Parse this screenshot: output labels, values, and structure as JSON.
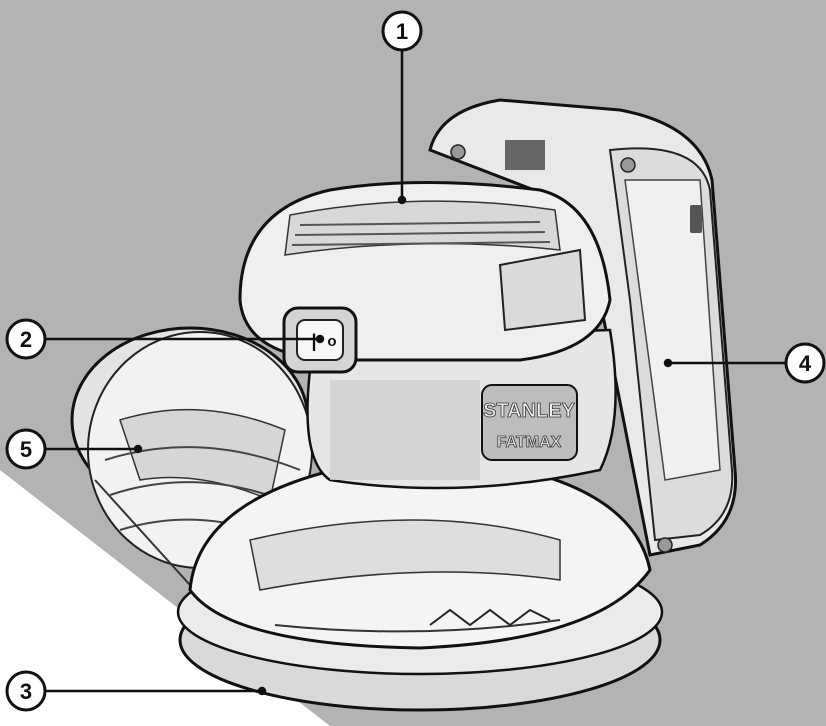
{
  "callouts": [
    {
      "id": "1",
      "label": "1"
    },
    {
      "id": "2",
      "label": "2"
    },
    {
      "id": "3",
      "label": "3"
    },
    {
      "id": "4",
      "label": "4"
    },
    {
      "id": "5",
      "label": "5"
    }
  ],
  "power_switch": {
    "symbol_on": "|",
    "symbol_off": "o"
  },
  "branding": {
    "brand": "STANLEY",
    "subbrand": "FATMAX"
  }
}
